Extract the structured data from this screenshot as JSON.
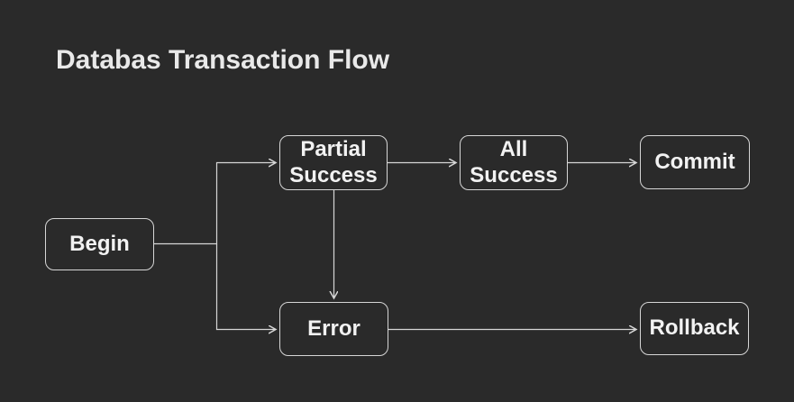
{
  "title": "Databas Transaction Flow",
  "diagram": {
    "type": "flowchart",
    "direction": "left-to-right",
    "nodes": [
      {
        "id": "begin",
        "label": "Begin"
      },
      {
        "id": "partial_success",
        "label": "Partial Success"
      },
      {
        "id": "all_success",
        "label": "All Success"
      },
      {
        "id": "commit",
        "label": "Commit"
      },
      {
        "id": "error",
        "label": "Error"
      },
      {
        "id": "rollback",
        "label": "Rollback"
      }
    ],
    "edges": [
      {
        "from": "begin",
        "to": "partial_success"
      },
      {
        "from": "begin",
        "to": "error"
      },
      {
        "from": "partial_success",
        "to": "all_success"
      },
      {
        "from": "partial_success",
        "to": "error"
      },
      {
        "from": "all_success",
        "to": "commit"
      },
      {
        "from": "error",
        "to": "rollback"
      }
    ]
  },
  "colors": {
    "background": "#2a2a2a",
    "title_text": "#e9e9e9",
    "node_border": "#d6d6d6",
    "node_text": "#f2f2f2",
    "edge": "#d6d6d6"
  }
}
